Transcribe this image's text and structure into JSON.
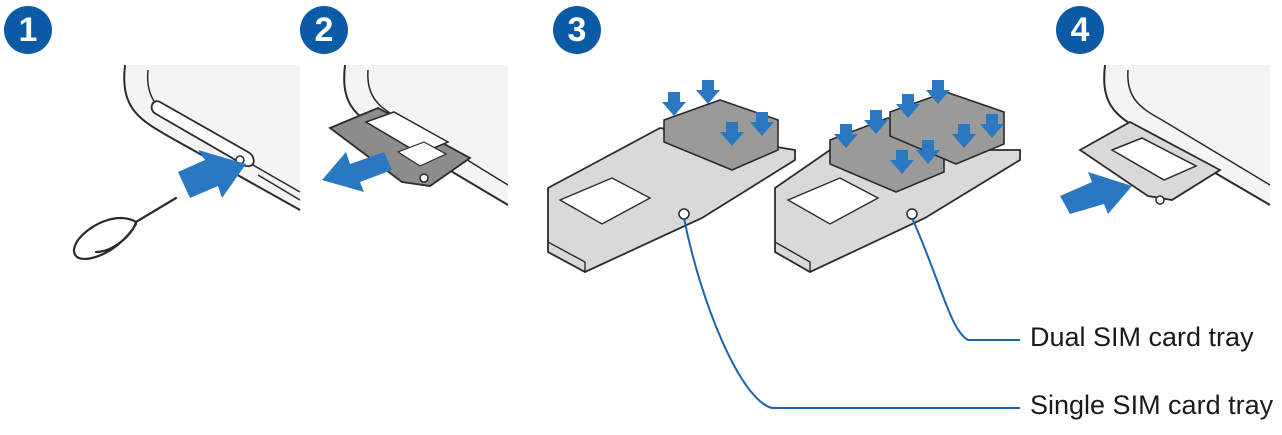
{
  "steps": [
    {
      "number": "1"
    },
    {
      "number": "2"
    },
    {
      "number": "3"
    },
    {
      "number": "4"
    }
  ],
  "labels": {
    "dual_tray": "Dual SIM card tray",
    "single_tray": "Single SIM card tray"
  },
  "colors": {
    "step_badge": "#0b5aa6",
    "arrow": "#2a78c2",
    "callout_line": "#1b64ad",
    "outline": "#2b2b2b",
    "phone_edge": "#e8e8e8",
    "tray_fill": "#d9d9d9",
    "card_fill": "#9a9a9a"
  },
  "icons": {
    "insert_arrow": "arrow-right-icon",
    "pull_arrow": "arrow-left-icon",
    "card_arrow": "arrow-down-icon"
  }
}
